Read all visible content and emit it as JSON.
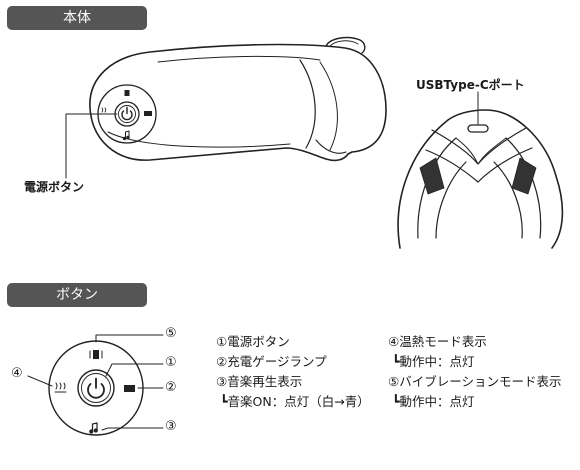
{
  "sections": {
    "main_body": "本体",
    "buttons": "ボタン"
  },
  "labels": {
    "power_button": "電源ボタン",
    "usb_port": "USBType-Cポート"
  },
  "callout_numbers": [
    "①",
    "②",
    "③",
    "④",
    "⑤"
  ],
  "legend": {
    "left": [
      "①電源ボタン",
      "②充電ゲージランプ",
      "③音楽再生表示",
      "┗音楽ON：点灯（白→青）"
    ],
    "right": [
      "④温熱モード表示",
      "┗動作中：点灯",
      "⑤バイブレーションモード表示",
      "┗動作中：点灯"
    ]
  },
  "icons": [
    "power-icon",
    "music-note-icon",
    "heat-icon",
    "vibration-icon",
    "battery-gauge-icon",
    "usb-c-port-icon"
  ]
}
